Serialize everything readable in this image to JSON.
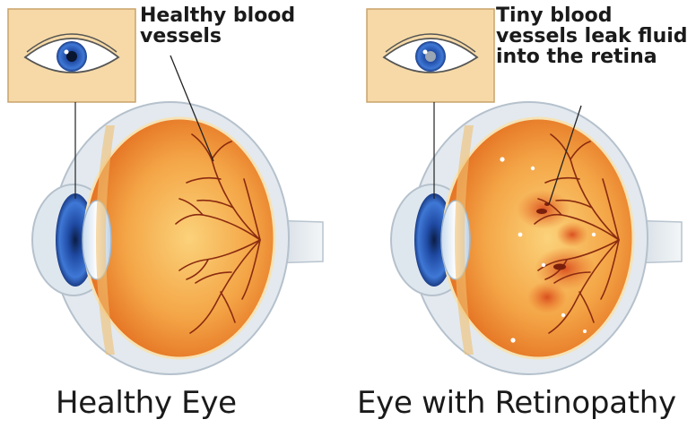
{
  "healthy": {
    "title": "Healthy Eye",
    "annotation_line1": "Healthy blood",
    "annotation_line2": "vessels"
  },
  "retinopathy": {
    "title": "Eye with Retinopathy",
    "annotation_line1": "Tiny blood",
    "annotation_line2": "vessels leak fluid",
    "annotation_line3": "into the retina"
  },
  "colors": {
    "retina_center": "#f9c86a",
    "retina_edge": "#e8731c",
    "vessel": "#8a2a10",
    "iris": "#2f63c8",
    "sclera": "#e9eef3",
    "inset_bg": "#f6d9a6",
    "leak": "#d9481a"
  }
}
